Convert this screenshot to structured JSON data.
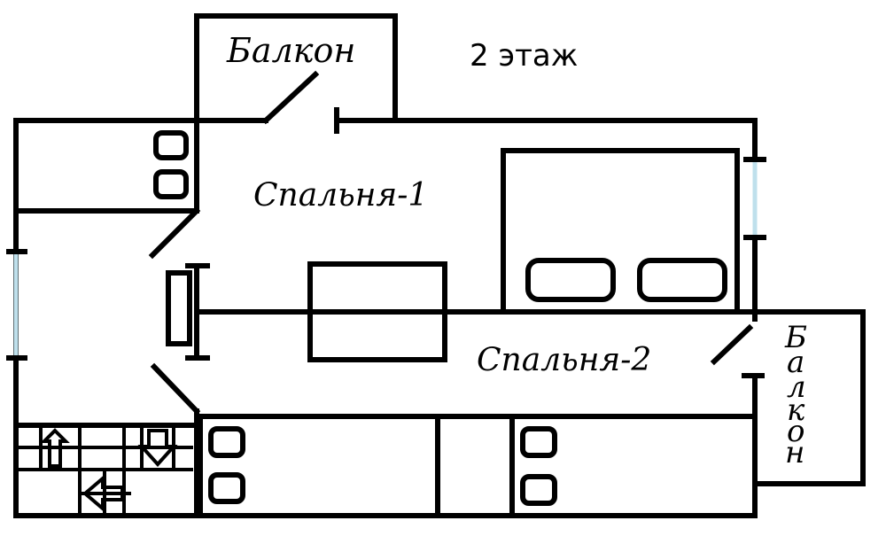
{
  "floor_label": "2 этаж",
  "rooms": {
    "bedroom1": "Спальня-1",
    "bedroom2": "Спальня-2",
    "balcony_top": "Балкон",
    "balcony_right_letters": [
      "Б",
      "а",
      "л",
      "к",
      "о",
      "н"
    ]
  }
}
